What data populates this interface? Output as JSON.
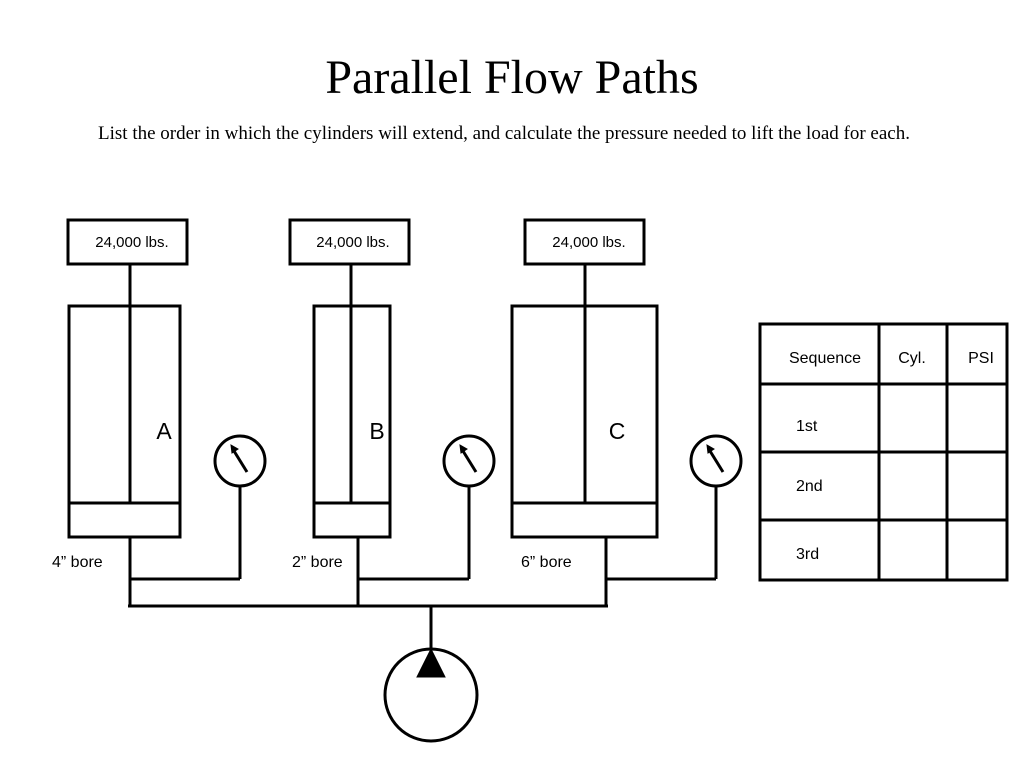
{
  "title": "Parallel Flow Paths",
  "instructions": "List the order in which the cylinders will extend, and calculate the pressure needed to lift the load for each.",
  "cylinders": [
    {
      "label": "A",
      "load": "24,000 lbs.",
      "bore": "4” bore"
    },
    {
      "label": "B",
      "load": "24,000 lbs.",
      "bore": "2” bore"
    },
    {
      "label": "C",
      "load": "24,000 lbs.",
      "bore": "6” bore"
    }
  ],
  "table": {
    "headers": [
      "Sequence",
      "Cyl.",
      "PSI"
    ],
    "rows": [
      {
        "sequence": "1st",
        "cyl": "",
        "psi": ""
      },
      {
        "sequence": "2nd",
        "cyl": "",
        "psi": ""
      },
      {
        "sequence": "3rd",
        "cyl": "",
        "psi": ""
      }
    ]
  },
  "icons": {
    "gauge": "pressure-gauge-icon",
    "pump": "pump-icon"
  }
}
